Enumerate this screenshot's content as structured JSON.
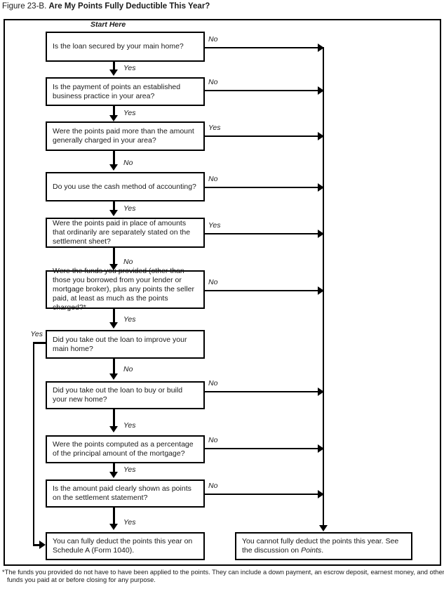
{
  "title": {
    "prefix": "Figure 23-B. ",
    "main": "Are My Points Fully Deductible This Year?"
  },
  "start_here_label": "Start Here",
  "nodes": {
    "q1": {
      "text": "Is the loan secured by your main home?",
      "down_label": "Yes",
      "right_label": "No"
    },
    "q2": {
      "text": "Is the payment of points an established business practice in your area?",
      "down_label": "Yes",
      "right_label": "No"
    },
    "q3": {
      "text": "Were the points paid more than the amount generally charged in your area?",
      "down_label": "No",
      "right_label": "Yes"
    },
    "q4": {
      "text": "Do you use the cash method of accounting?",
      "down_label": "Yes",
      "right_label": "No"
    },
    "q5": {
      "text": "Were the points paid in place of amounts that ordinarily are separately stated on the settlement sheet?",
      "down_label": "No",
      "right_label": "Yes"
    },
    "q6": {
      "text": "Were the funds you provided (other than those you borrowed from your lender or mortgage broker), plus any points the seller paid, at least as much as the points charged?*",
      "down_label": "Yes",
      "right_label": "No"
    },
    "q7": {
      "text": "Did you take out the loan to improve your main home?",
      "down_label": "No",
      "left_label": "Yes"
    },
    "q8": {
      "text": "Did you take out the loan to buy or build your new home?",
      "down_label": "Yes",
      "right_label": "No"
    },
    "q9": {
      "text": "Were the points computed as a percentage of the principal amount of the mortgage?",
      "down_label": "Yes",
      "right_label": "No"
    },
    "q10": {
      "text": "Is the amount paid clearly shown as points on the settlement statement?",
      "down_label": "Yes",
      "right_label": "No"
    },
    "deduct": {
      "text": "You can fully deduct the points this year on Schedule A (Form 1040)."
    },
    "no_deduct": {
      "text_pre": "You cannot fully deduct the points this year. See the discussion on ",
      "text_italic": "Points",
      "text_post": "."
    }
  },
  "footnote": "*The funds you provided do not have to have been applied to the points. They can include a down payment, an escrow deposit, earnest money, and other funds you paid at or before closing for any purpose."
}
